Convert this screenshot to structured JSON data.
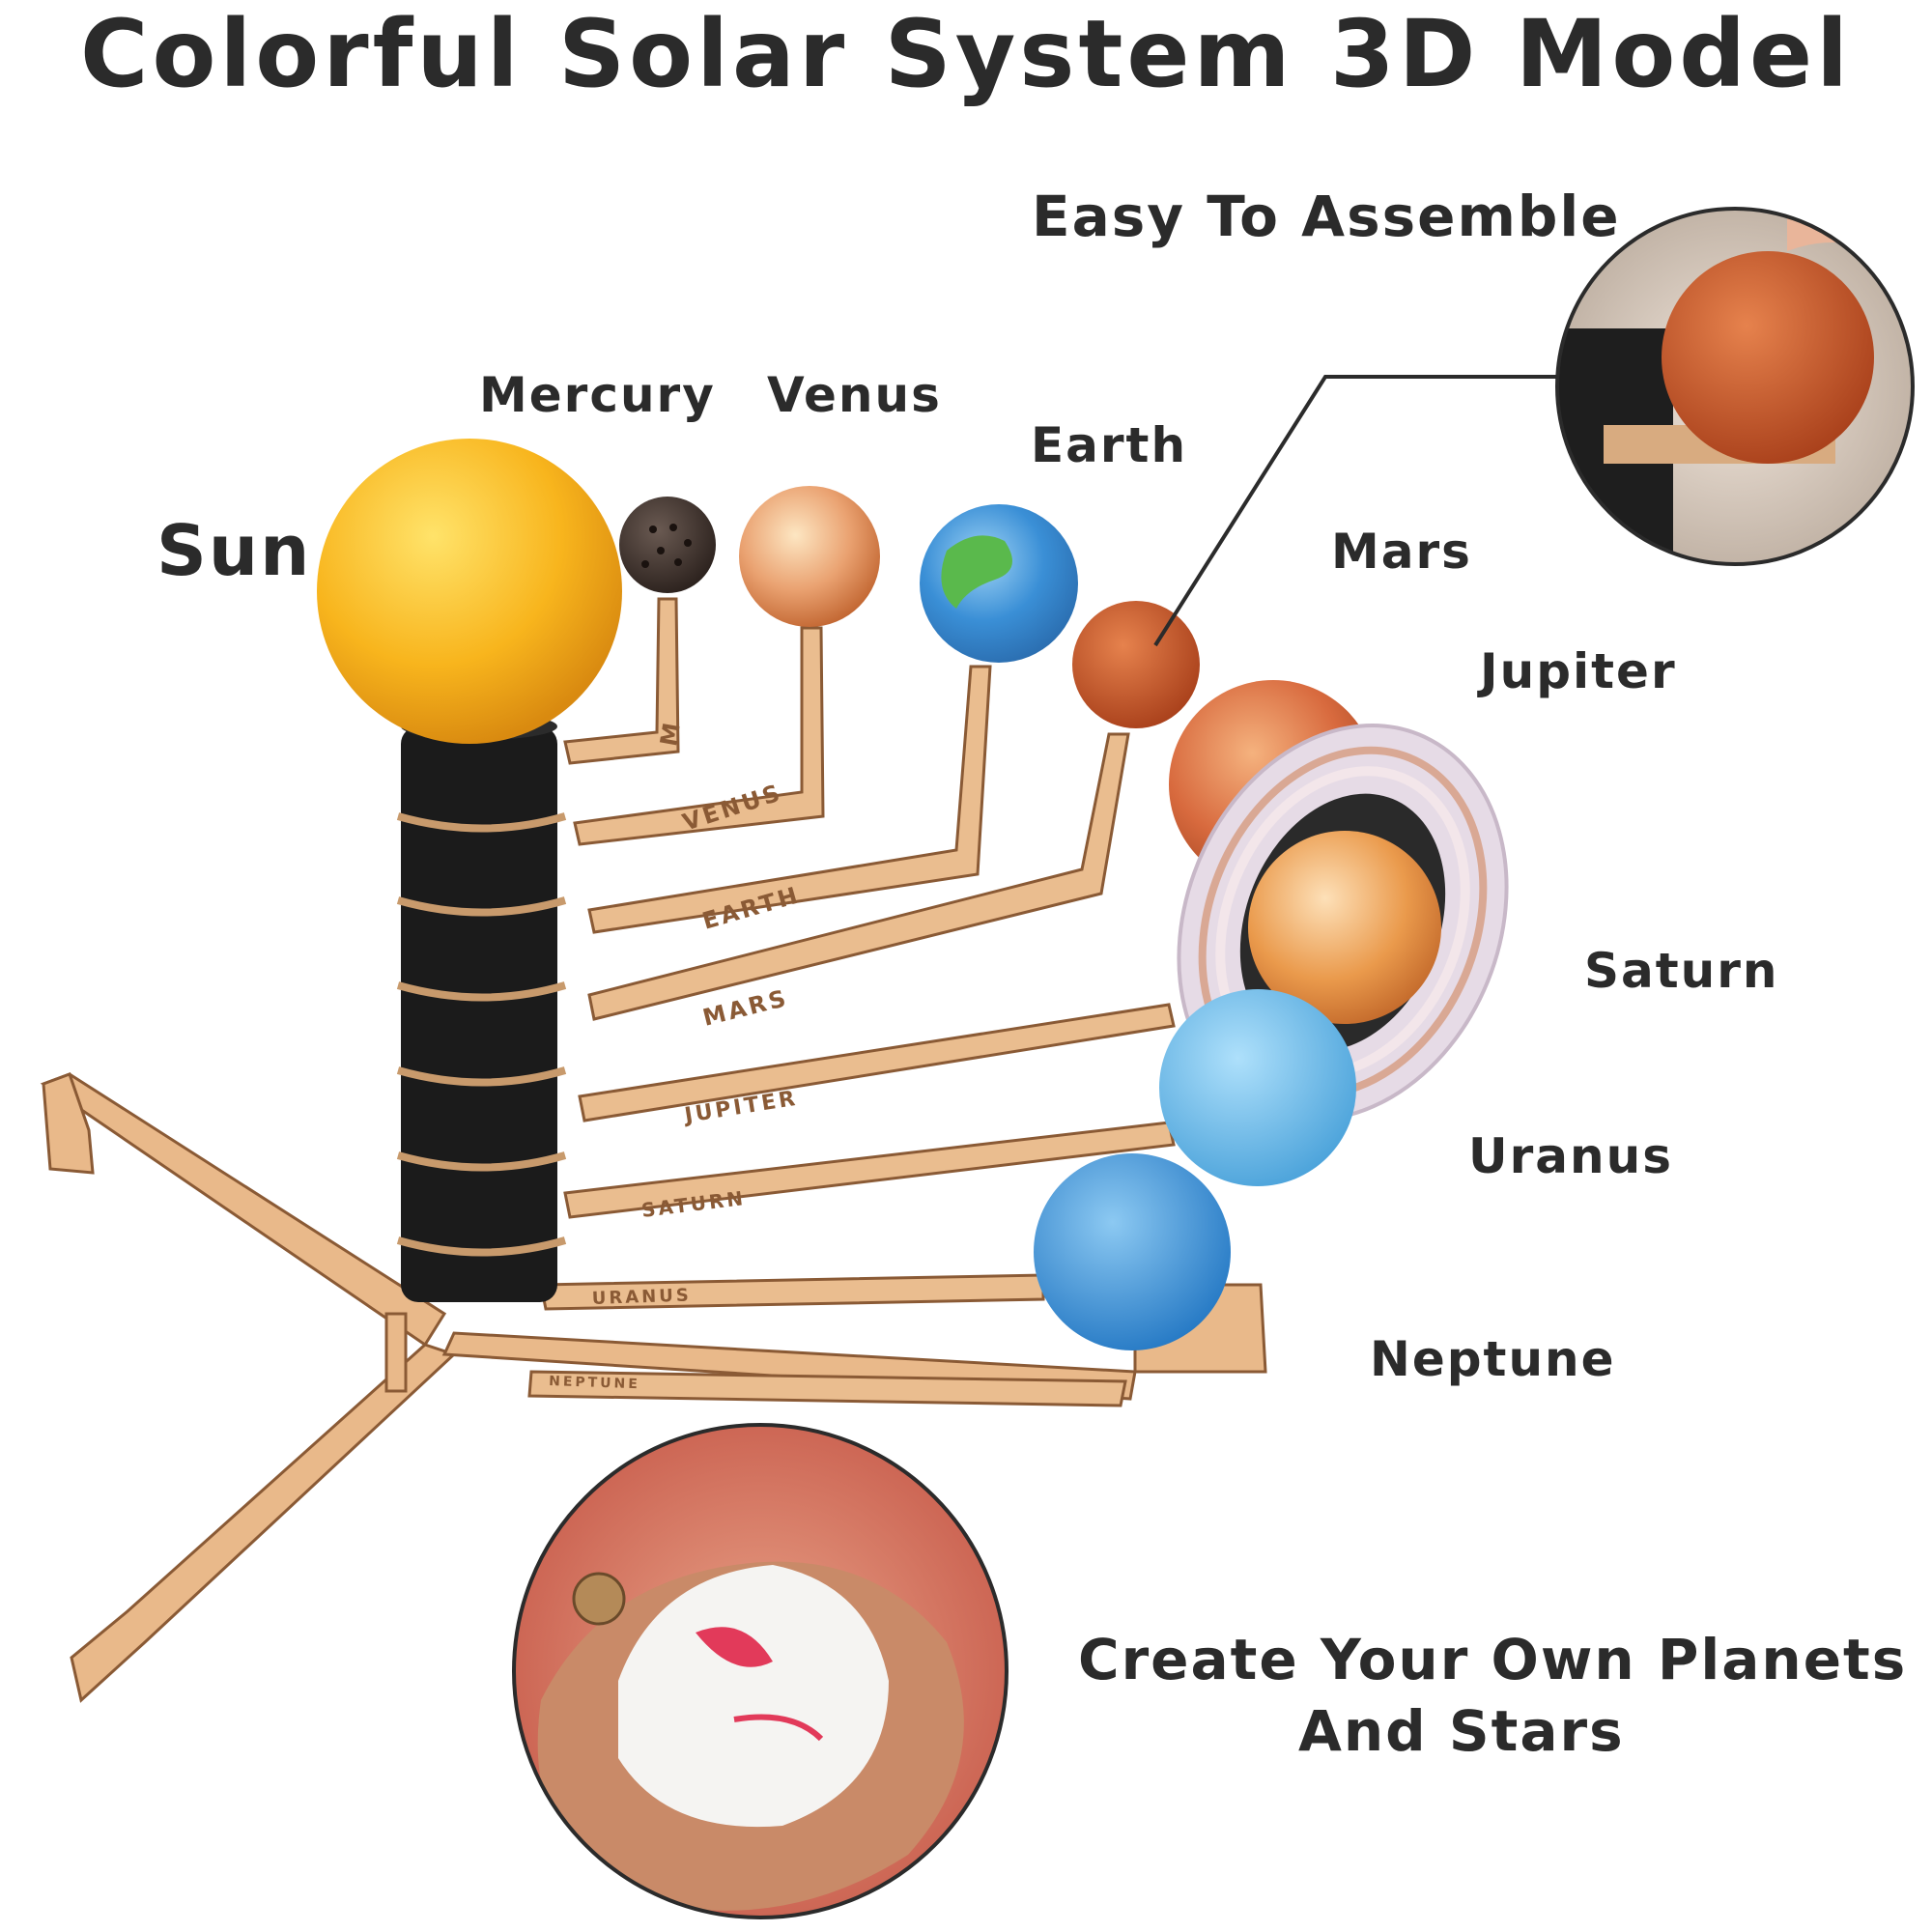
{
  "title": "Colorful Solar System 3D Model",
  "features": {
    "assemble": "Easy To Assemble",
    "create_line1": "Create Your Own Planets",
    "create_line2": "And Stars"
  },
  "labels": {
    "sun": "Sun",
    "mercury": "Mercury",
    "venus": "Venus",
    "earth": "Earth",
    "mars": "Mars",
    "jupiter": "Jupiter",
    "saturn": "Saturn",
    "uranus": "Uranus",
    "neptune": "Neptune"
  },
  "arm_engravings": {
    "mercury": "M",
    "venus": "VENUS",
    "earth": "EARTH",
    "mars": "MARS",
    "jupiter": "JUPITER",
    "saturn": "SATURN",
    "uranus": "URANUS",
    "neptune": "NEPTUNE"
  },
  "colors": {
    "sun": "#f7b41c",
    "mercury": "#4a3b35",
    "venus": "#e8a070",
    "earth": "#3a8fd6",
    "mars": "#c8542a",
    "jupiter": "#d86a3e",
    "saturn": "#e99a4a",
    "uranus": "#5fb4e6",
    "neptune": "#2f8fd8",
    "wood": "#e9b98a",
    "foam": "#1b1b1b"
  }
}
